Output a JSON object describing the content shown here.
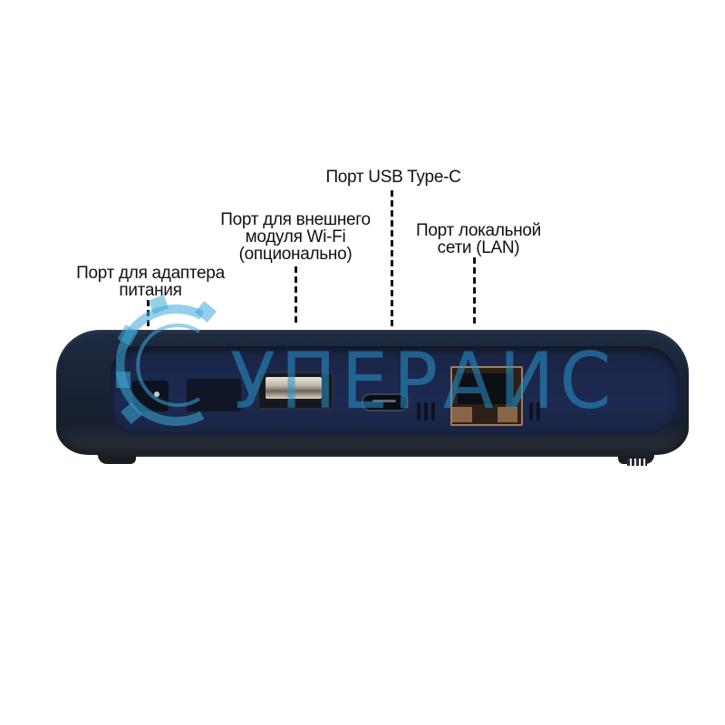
{
  "image": {
    "description": "Product photo: rear panel of a network device with port callouts",
    "background": "#ffffff",
    "device_color": "#1c2740",
    "watermark": {
      "text": "УПЕРАИС",
      "color": "#2896cd",
      "icon": "gear-icon"
    }
  },
  "callouts": [
    {
      "id": "power",
      "lines": [
        "Порт для адаптера",
        "питания"
      ]
    },
    {
      "id": "wifi",
      "lines": [
        "Порт для внешнего",
        "модуля Wi-Fi",
        "(опционально)"
      ]
    },
    {
      "id": "usbc",
      "lines": [
        "Порт USB Type-C"
      ]
    },
    {
      "id": "lan",
      "lines": [
        "Порт локальной",
        "сети (LAN)"
      ]
    }
  ],
  "ports": [
    {
      "name": "power-adapter-port",
      "type": "DC power jack"
    },
    {
      "name": "usb-a-port",
      "type": "USB Type-A (external Wi-Fi module)"
    },
    {
      "name": "usb-c-port",
      "type": "USB Type-C"
    },
    {
      "name": "lan-port",
      "type": "RJ-45 Ethernet"
    }
  ]
}
